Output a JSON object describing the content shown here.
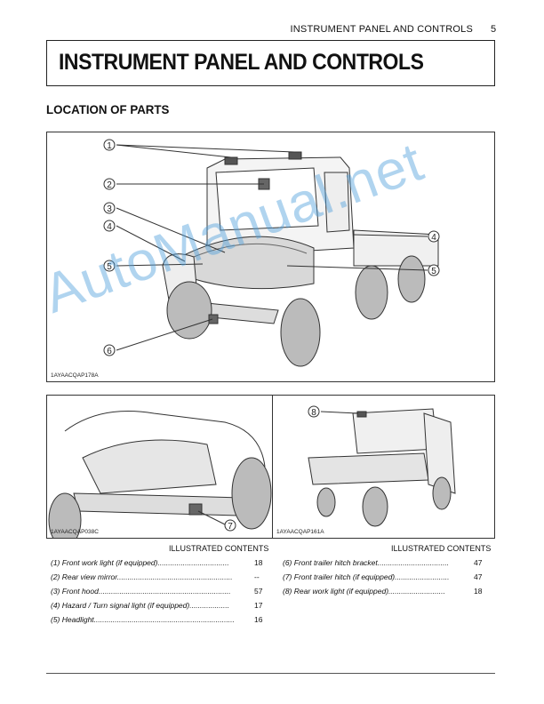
{
  "header": {
    "running_title": "INSTRUMENT PANEL AND CONTROLS",
    "page_number": "5"
  },
  "title": "INSTRUMENT PANEL AND CONTROLS",
  "section": "LOCATION OF PARTS",
  "figures": {
    "main": {
      "code": "1AYAACQAP178A",
      "callouts": [
        "1",
        "2",
        "3",
        "4",
        "5",
        "4",
        "5",
        "6"
      ]
    },
    "left": {
      "code": "1AYAACQAP038C",
      "callouts": [
        "7"
      ]
    },
    "right": {
      "code": "1AYAACQAP161A",
      "callouts": [
        "8"
      ]
    }
  },
  "contents": {
    "left": {
      "heading": "ILLUSTRATED CONTENTS",
      "items": [
        {
          "label": "(1) Front work light (if equipped)..................................",
          "page": "18"
        },
        {
          "label": "(2) Rear view mirror.......................................................",
          "page": "--"
        },
        {
          "label": "(3) Front hood...............................................................",
          "page": "57"
        },
        {
          "label": "(4) Hazard / Turn signal light (if equipped)...................",
          "page": "17"
        },
        {
          "label": "(5) Headlight...................................................................",
          "page": "16"
        }
      ]
    },
    "right": {
      "heading": "ILLUSTRATED CONTENTS",
      "items": [
        {
          "label": "(6) Front trailer hitch bracket..................................",
          "page": "47"
        },
        {
          "label": "(7) Front trailer hitch (if equipped)..........................",
          "page": "47"
        },
        {
          "label": "(8) Rear work light (if equipped)...........................",
          "page": "18"
        }
      ]
    }
  },
  "watermark": "AutoManual.net"
}
